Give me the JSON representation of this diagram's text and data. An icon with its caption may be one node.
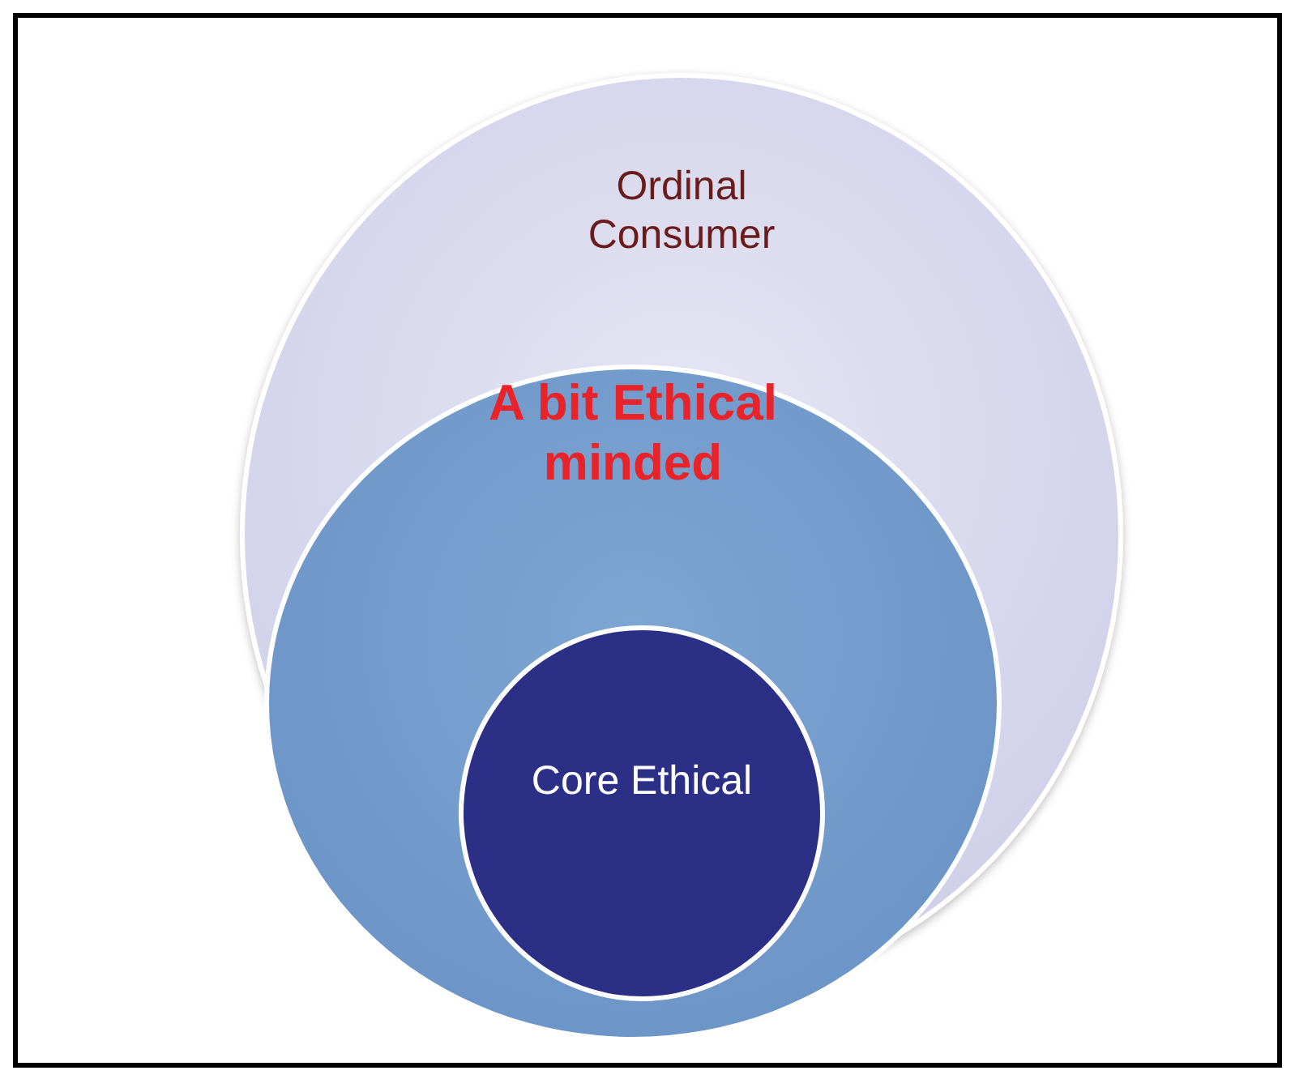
{
  "diagram": {
    "nodes": [
      {
        "text": [
          "Ordinal Consumer"
        ]
      },
      {
        "text": [
          "A bit Ethical minded"
        ],
        "in": 0
      },
      {
        "text": [
          "Core Ethical"
        ],
        "in": 1
      }
    ]
  }
}
